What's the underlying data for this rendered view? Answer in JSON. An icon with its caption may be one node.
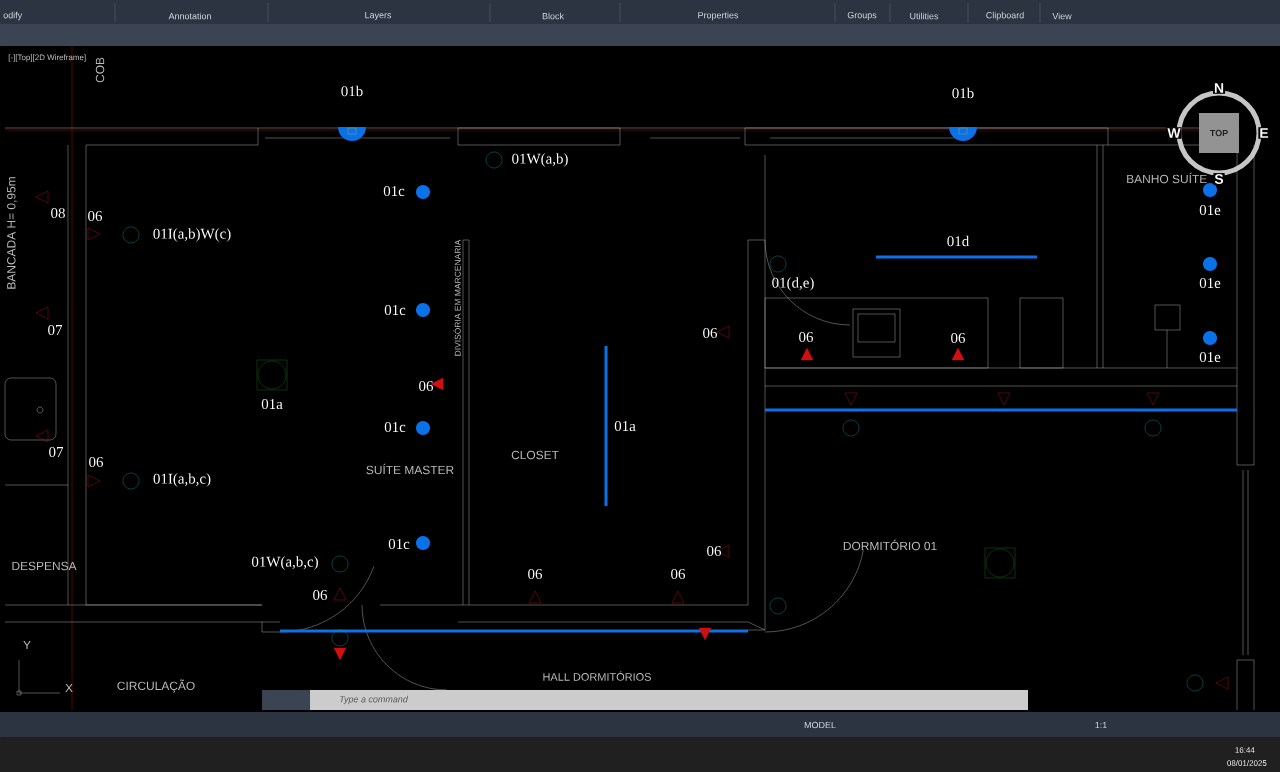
{
  "diagram": {
    "labels": [
      "odify",
      "Annotation",
      "Layers",
      "Block",
      "Properties",
      "Groups",
      "Utilities",
      "Clipboard",
      "View",
      "[-][Top][2D Wireframe]",
      "COB",
      "01b",
      "01b",
      "N",
      "W",
      "TOP",
      "E",
      "S",
      "01W(a,b)",
      "BANHO SUÍTE",
      "01c",
      "01e",
      "BANCADA H= 0,95m",
      "08",
      "06",
      "01I(a,b)W(c)",
      "01d",
      "DIVISÓRIA EM MARCENARIA",
      "01(d,e)",
      "01e",
      "01c",
      "07",
      "06",
      "06",
      "06",
      "01e",
      "06",
      "01a",
      "01c",
      "01a",
      "07",
      "CLOSET",
      "06",
      "SUÍTE MASTER",
      "01I(a,b,c)",
      "01c",
      "DORMITÓRIO 01",
      "06",
      "DESPENSA",
      "01W(a,b,c)",
      "06",
      "06",
      "06",
      "Y",
      "X",
      "CIRCULAÇÃO",
      "HALL DORMITÓRIOS",
      "Type a command",
      "MODEL",
      "1:1",
      "16:44",
      "08/01/2025"
    ]
  }
}
